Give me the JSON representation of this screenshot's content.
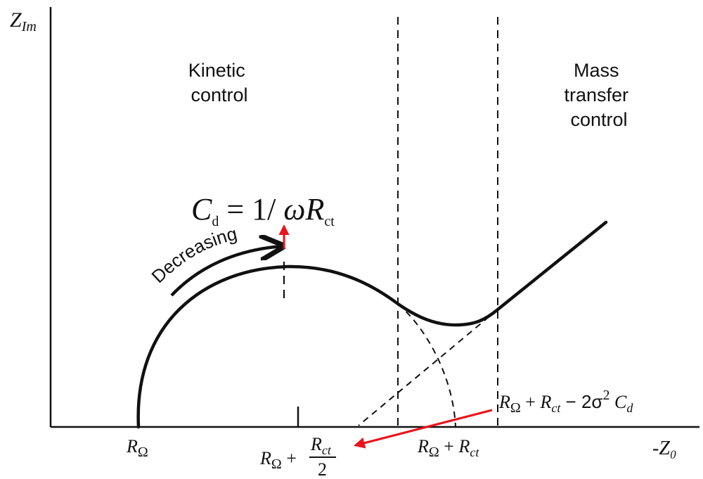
{
  "axes": {
    "y_label_main": "Z",
    "y_label_sub": "Im",
    "x_label": "-Z₀"
  },
  "regions": {
    "kinetic_line1": "Kinetic",
    "kinetic_line2": "control",
    "mass_line1": "Mass",
    "mass_line2": "transfer",
    "mass_line3": "control"
  },
  "curve_label": "Decreasing",
  "formula": {
    "lhs": "C",
    "lhs_sub": "d",
    "equals": " = 1/ ",
    "omega": "ω",
    "R": "R",
    "R_sub": "ct"
  },
  "ticks": {
    "r_omega": {
      "R": "R",
      "sub": "Ω"
    },
    "r_half": {
      "R": "R",
      "sub": "Ω",
      "plus": " + ",
      "num": "R",
      "num_sub": "ct",
      "den": "2"
    },
    "r_sum": {
      "R": "R",
      "sub": "Ω",
      "plus": " + ",
      "R2": "R",
      "sub2": "ct"
    },
    "intercept": {
      "R": "R",
      "sub": "Ω",
      "plus": " + ",
      "R2": "R",
      "sub2": "ct",
      "minus": " − 2σ",
      "sup": "2",
      "C": " C",
      "Csub": "d"
    }
  },
  "colors": {
    "ink": "#111111",
    "annotation": "#e8141a"
  }
}
